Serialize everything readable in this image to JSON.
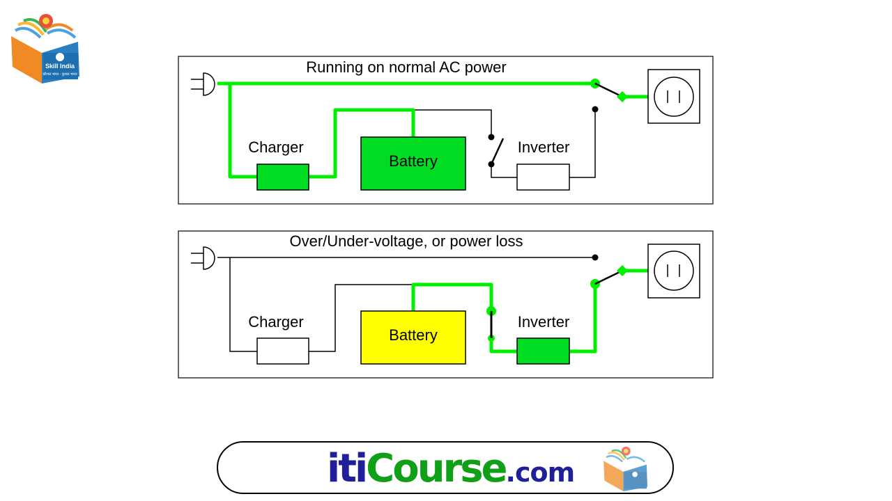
{
  "logo": {
    "text": "Skill India",
    "tagline": "कौशल भारत - कुशल भारत"
  },
  "panels": [
    {
      "title": "Running on normal AC power",
      "charger_label": "Charger",
      "battery_label": "Battery",
      "inverter_label": "Inverter"
    },
    {
      "title": "Over/Under-voltage, or power loss",
      "charger_label": "Charger",
      "battery_label": "Battery",
      "inverter_label": "Inverter"
    }
  ],
  "colors": {
    "active_wire": "#00ee00",
    "idle_wire": "#000000",
    "battery_charging": "#00dd22",
    "battery_discharging": "#ffff00",
    "active_block": "#00dd22",
    "idle_block": "#ffffff"
  },
  "footer": {
    "brand_iti": "iti",
    "brand_course": "Course",
    "brand_domain": ".com"
  }
}
